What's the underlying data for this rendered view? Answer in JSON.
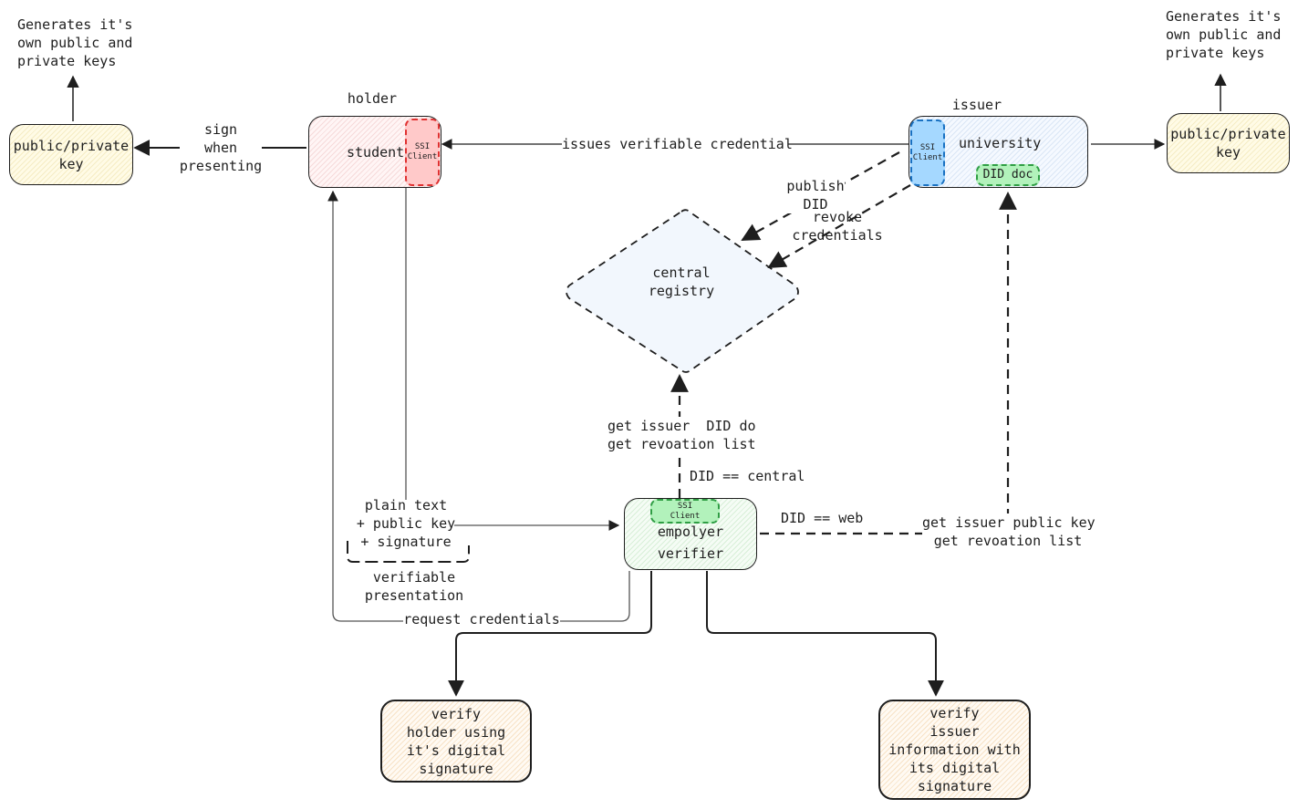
{
  "nodes": {
    "left_keys": "public/private\nkey",
    "right_keys": "public/private\nkey",
    "holder": "student",
    "issuer": "university",
    "verifier": "empolyer\n\nverifier",
    "registry": "central\nregistry",
    "verify_holder": "verify\nholder using\nit's digital\nsignature",
    "verify_issuer": "verify\nissuer\ninformation with\nits digital\nsignature",
    "ssi_holder": "SSI\nClient",
    "ssi_issuer": "SSI\nClient",
    "ssi_verifier": "SSI\nClient",
    "did_doc": "DID doc"
  },
  "labels": {
    "holder_title": "holder",
    "issuer_title": "issuer",
    "left_keygen": "Generates it's\nown public and\nprivate keys",
    "right_keygen": "Generates it's\nown public and\nprivate keys",
    "sign": "sign\nwhen\npresenting",
    "issues": "issues verifiable credential",
    "publish": "publish\nDID",
    "revoke": "revoke\ncredentials",
    "get_central": "get issuer  DID do\nget revoation list",
    "did_central": "DID == central",
    "did_web": "DID == web",
    "get_web": "get issuer public key\nget revoation list",
    "vp_content": "plain text\n+ public key\n+ signature",
    "vp_title": "verifiable\npresentation",
    "request": "request credentials"
  },
  "colors": {
    "ssi_holder_fill": "#ffc9c9",
    "ssi_holder_border": "#e03131",
    "ssi_issuer_fill": "#a5d8ff",
    "ssi_issuer_border": "#1971c2",
    "ssi_verifier_fill": "#b2f2bb",
    "ssi_verifier_border": "#2f9e44"
  }
}
